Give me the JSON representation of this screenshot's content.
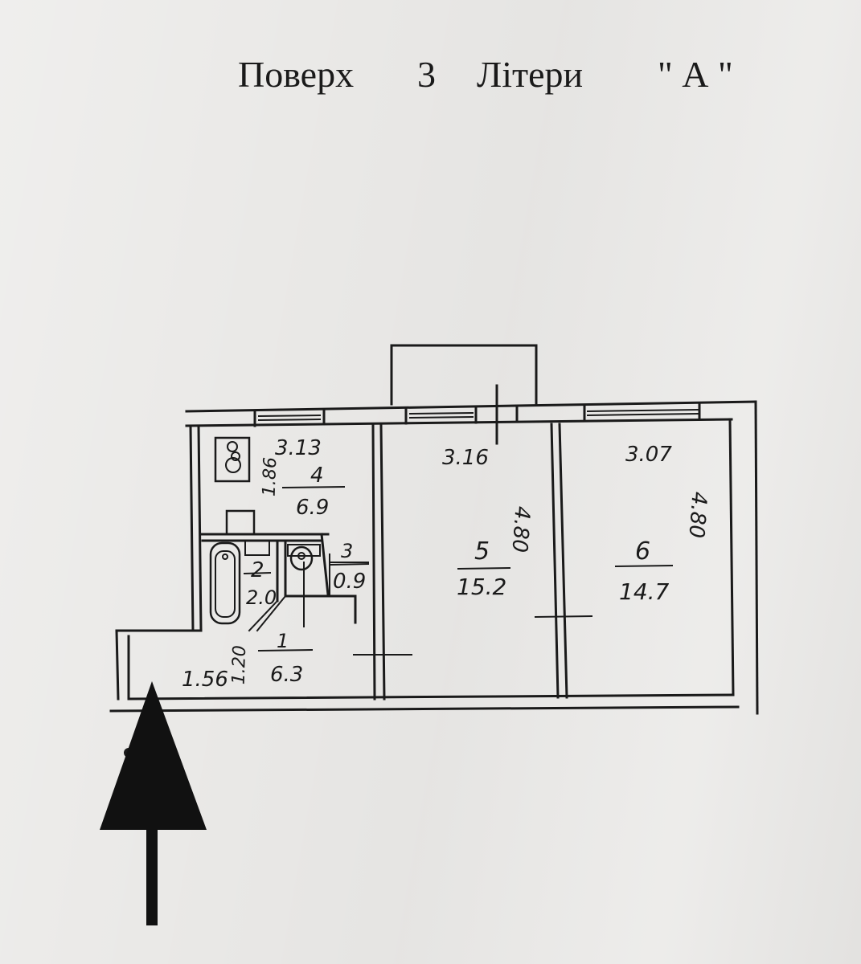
{
  "heading": {
    "word_floor": "Поверх",
    "floor_number": "3",
    "word_letter": "Літери",
    "letter": "\" А \""
  },
  "rooms": [
    {
      "number": "1",
      "area": "6.3",
      "dims": [
        "1.56",
        "1.20"
      ]
    },
    {
      "number": "2",
      "area": "2.0"
    },
    {
      "number": "3",
      "area": "0.9"
    },
    {
      "number": "4",
      "area": "6.9",
      "dims": [
        "3.13",
        "1.86"
      ]
    },
    {
      "number": "5",
      "area": "15.2",
      "dims": [
        "3.16",
        "4.80"
      ]
    },
    {
      "number": "6",
      "area": "14.7",
      "dims": [
        "3.07",
        "4.80"
      ]
    }
  ],
  "colors": {
    "paper": "#eae9e7",
    "ink": "#1a1a1a"
  },
  "icons": [
    "stove-icon",
    "bathtub-icon",
    "toilet-icon",
    "entrance-arrow-icon"
  ]
}
